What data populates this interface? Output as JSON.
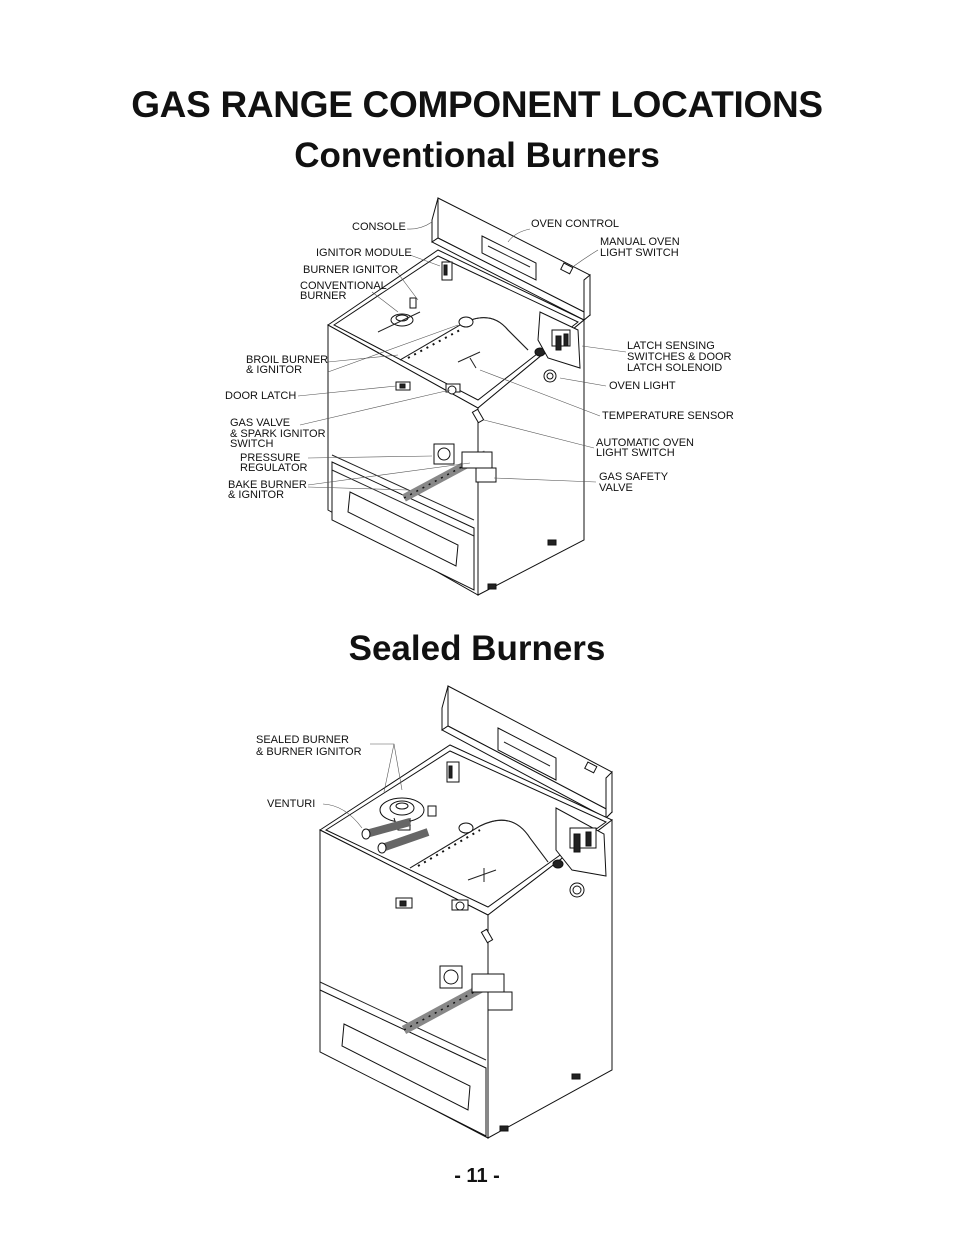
{
  "titles": {
    "main": "GAS RANGE COMPONENT LOCATIONS",
    "conventional": "Conventional Burners",
    "sealed": "Sealed Burners"
  },
  "conventional_labels": {
    "console": "CONSOLE",
    "oven_control": "OVEN CONTROL",
    "manual_oven_light_switch": [
      "MANUAL OVEN",
      "LIGHT SWITCH"
    ],
    "ignitor_module": "IGNITOR MODULE",
    "burner_ignitor": "BURNER IGNITOR",
    "conventional_burner": [
      "CONVENTIONAL",
      "BURNER"
    ],
    "latch_sensing": [
      "LATCH SENSING",
      "SWITCHES & DOOR",
      "LATCH SOLENOID"
    ],
    "broil_burner": [
      "BROIL BURNER",
      "&  IGNITOR"
    ],
    "oven_light": "OVEN LIGHT",
    "door_latch": "DOOR LATCH",
    "temperature_sensor": "TEMPERATURE SENSOR",
    "gas_valve": [
      "GAS VALVE",
      "& SPARK IGNITOR",
      "SWITCH"
    ],
    "automatic_oven_light_switch": [
      "AUTOMATIC OVEN",
      "LIGHT SWITCH"
    ],
    "pressure_regulator": [
      "PRESSURE",
      "REGULATOR"
    ],
    "gas_safety_valve": [
      "GAS SAFETY",
      "VALVE"
    ],
    "bake_burner": [
      "BAKE BURNER",
      "&  IGNITOR"
    ]
  },
  "sealed_labels": {
    "sealed_burner": [
      "SEALED BURNER",
      "& BURNER IGNITOR"
    ],
    "venturi": "VENTURI"
  },
  "page_number": "- 11 -"
}
